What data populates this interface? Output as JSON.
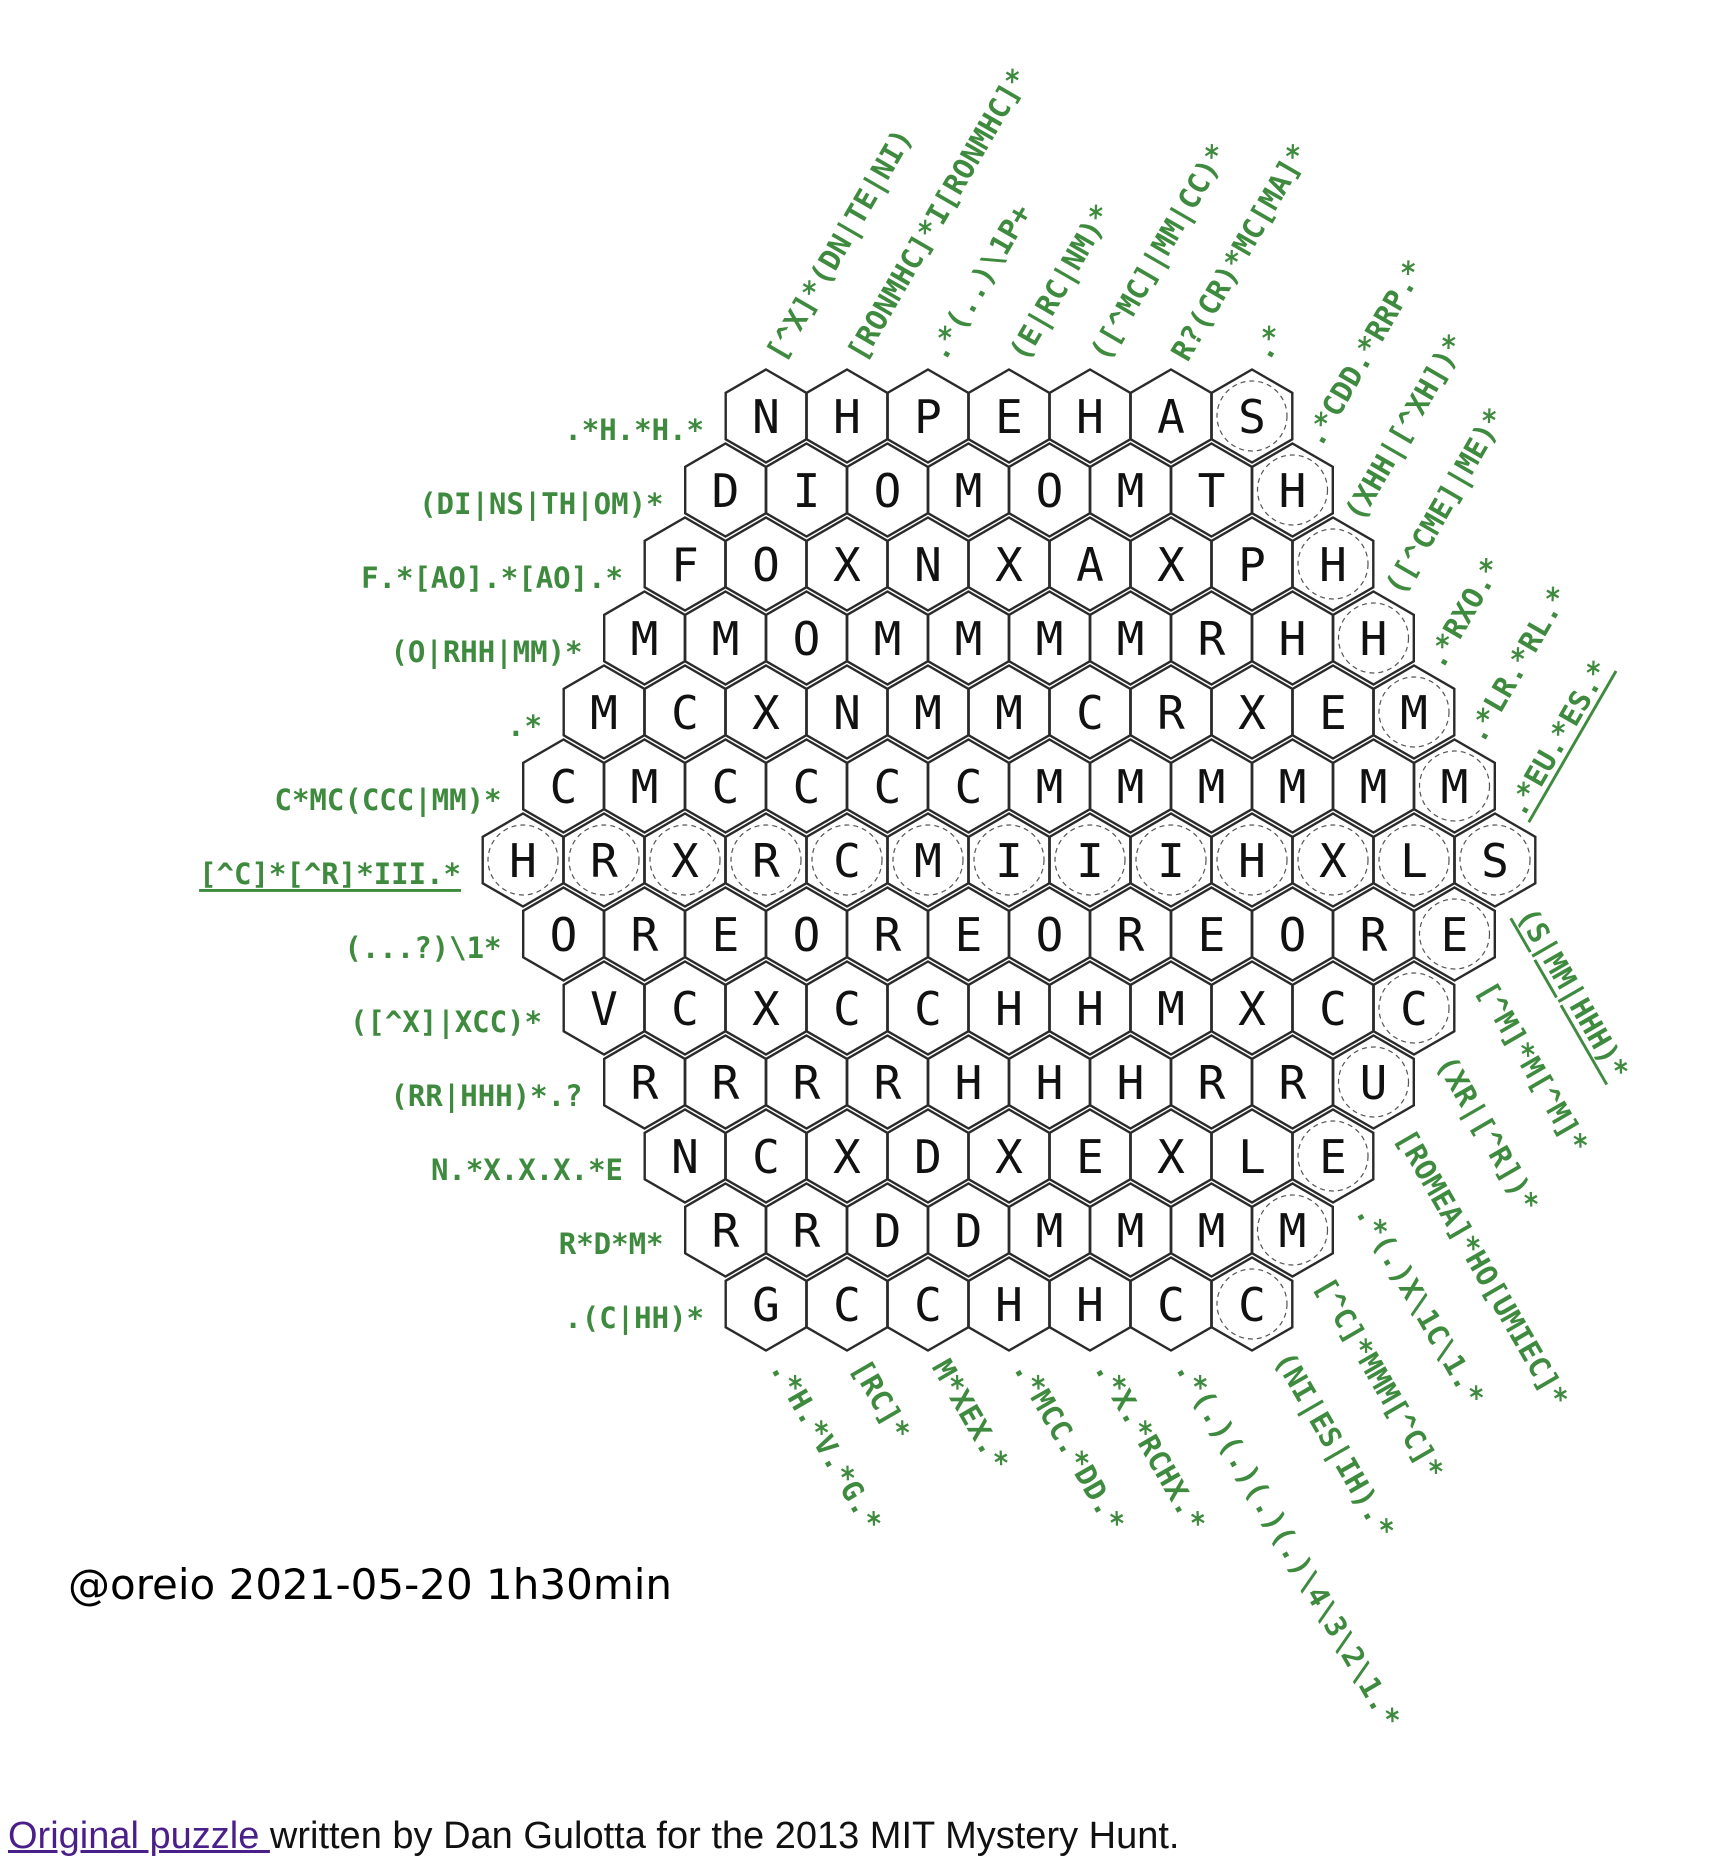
{
  "colors": {
    "clue": "#3e8a3e",
    "cell_border": "#2a2a2a",
    "cell_fill": "#ffffff",
    "letter": "#111111",
    "link": "#4b1f8a"
  },
  "grid": {
    "side": 7,
    "rows": [
      [
        "N",
        "H",
        "P",
        "E",
        "H",
        "A",
        "S"
      ],
      [
        "D",
        "I",
        "O",
        "M",
        "O",
        "M",
        "T",
        "H"
      ],
      [
        "F",
        "O",
        "X",
        "N",
        "X",
        "A",
        "X",
        "P",
        "H"
      ],
      [
        "M",
        "M",
        "O",
        "M",
        "M",
        "M",
        "M",
        "R",
        "H",
        "H"
      ],
      [
        "M",
        "C",
        "X",
        "N",
        "M",
        "M",
        "C",
        "R",
        "X",
        "E",
        "M"
      ],
      [
        "C",
        "M",
        "C",
        "C",
        "C",
        "C",
        "M",
        "M",
        "M",
        "M",
        "M",
        "M"
      ],
      [
        "H",
        "R",
        "X",
        "R",
        "C",
        "M",
        "I",
        "I",
        "I",
        "H",
        "X",
        "L",
        "S"
      ],
      [
        "O",
        "R",
        "E",
        "O",
        "R",
        "E",
        "O",
        "R",
        "E",
        "O",
        "R",
        "E"
      ],
      [
        "V",
        "C",
        "X",
        "C",
        "C",
        "H",
        "H",
        "M",
        "X",
        "C",
        "C"
      ],
      [
        "R",
        "R",
        "R",
        "R",
        "H",
        "H",
        "H",
        "R",
        "R",
        "U"
      ],
      [
        "N",
        "C",
        "X",
        "D",
        "X",
        "E",
        "X",
        "L",
        "E"
      ],
      [
        "R",
        "R",
        "D",
        "D",
        "M",
        "M",
        "M",
        "M"
      ],
      [
        "G",
        "C",
        "C",
        "H",
        "H",
        "C",
        "C"
      ]
    ],
    "highlighted_cells": [
      [
        0,
        6
      ],
      [
        1,
        7
      ],
      [
        2,
        8
      ],
      [
        3,
        9
      ],
      [
        4,
        10
      ],
      [
        5,
        11
      ],
      [
        6,
        0
      ],
      [
        6,
        1
      ],
      [
        6,
        2
      ],
      [
        6,
        3
      ],
      [
        6,
        4
      ],
      [
        6,
        5
      ],
      [
        6,
        6
      ],
      [
        6,
        7
      ],
      [
        6,
        8
      ],
      [
        6,
        9
      ],
      [
        6,
        10
      ],
      [
        6,
        11
      ],
      [
        6,
        12
      ],
      [
        7,
        11
      ],
      [
        8,
        10
      ],
      [
        9,
        9
      ],
      [
        10,
        8
      ],
      [
        11,
        7
      ],
      [
        12,
        6
      ]
    ]
  },
  "clues": {
    "left": [
      ".*H.*H.*",
      "(DI|NS|TH|OM)*",
      "F.*[AO].*[AO].*",
      "(O|RHH|MM)*",
      ".*",
      "C*MC(CCC|MM)*",
      "[^C]*[^R]*III.*",
      "(...?)\\1*",
      "([^X]|XCC)*",
      "(RR|HHH)*.?",
      "N.*X.X.X.*E",
      "R*D*M*",
      ".(C|HH)*"
    ],
    "left_active_index": 6,
    "top": [
      "[^X]*(DN|TE|NI)",
      "[RONMHC]*I[RONMHC]*",
      ".*(..)\\1P+",
      "(E|RC|NM)*",
      "([^MC]|MM|CC)*",
      "R?(CR)*MC[MA]*",
      ".*"
    ],
    "upper_right": [
      ".*CDD.*RRP.*",
      "(XHH|[^XH])*",
      "([^CME]|ME)*",
      ".*RXO.*",
      ".*LR.*RL.*",
      ".*EU.*ES.*"
    ],
    "upper_right_active_index": 5,
    "lower_right": [
      "(S|MM|HHH)*",
      "[^M]*M[^M]*",
      "(XR|[^R])*",
      "[ROMEA]*HO[UMIEC]*",
      ".*(.)X\\1C\\1.*",
      "[^C]*MMM[^C]*",
      "(NI|ES|IH).*"
    ],
    "lower_right_active_index": 0,
    "bottom": [
      ".*H.*V.*G.*",
      "[RC]*",
      "M*XEX.*",
      ".*MCC.*DD.*",
      ".*X.*RCHX.*",
      ".*(.)(.)(.)(.)\\4\\3\\2\\1.*"
    ]
  },
  "signature": "@oreio 2021-05-20 1h30min",
  "footer": {
    "link_text": "Original puzzle ",
    "rest_text": "written by Dan Gulotta for the 2013 MIT Mystery Hunt."
  }
}
